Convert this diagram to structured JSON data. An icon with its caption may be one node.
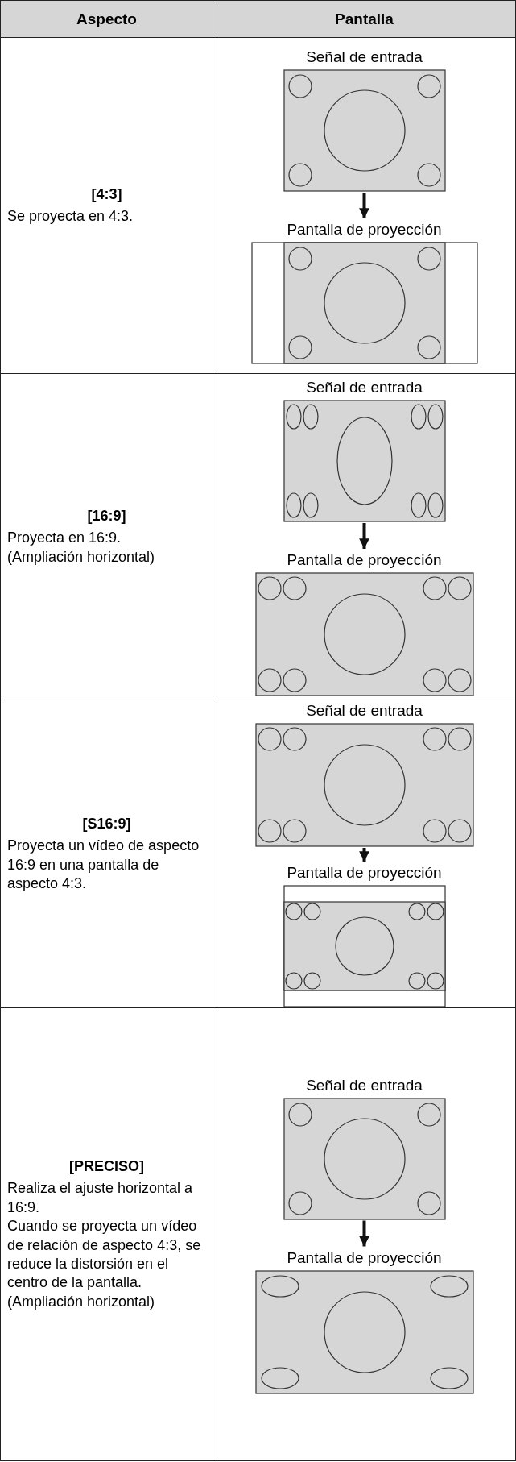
{
  "diagram": {
    "nodes": [
      {
        "text": [
          "Señal de entrada"
        ]
      },
      {
        "text": [
          "Pantalla de proyección"
        ]
      },
      {
        "text": [
          "Señal de entrada"
        ]
      },
      {
        "text": [
          "Pantalla de proyección"
        ]
      },
      {
        "text": [
          "Señal de entrada"
        ]
      },
      {
        "text": [
          "Pantalla de proyección"
        ]
      },
      {
        "text": [
          "Señal de entrada"
        ]
      },
      {
        "text": [
          "Pantalla de proyección"
        ]
      }
    ],
    "edges": [
      {
        "from": 0,
        "to": 1,
        "arrow": "to"
      },
      {
        "from": 2,
        "to": 3,
        "arrow": "to"
      },
      {
        "from": 4,
        "to": 5,
        "arrow": "to"
      },
      {
        "from": 6,
        "to": 7,
        "arrow": "to"
      }
    ],
    "labels": [
      "Aspecto",
      "Pantalla",
      "[4:3]",
      "Se proyecta en 4:3.",
      "[16:9]",
      "Proyecta en 16:9.",
      "(Ampliación horizontal)",
      "[S16:9]",
      "Proyecta un vídeo de aspecto 16:9 en una pantalla de aspecto 4:3.",
      "[PRECISO]",
      "Realiza el ajuste horizontal a 16:9.",
      "Cuando se proyecta un vídeo de relación de aspecto 4:3, se reduce la distorsión en el centro de la pantalla.",
      "(Ampliación horizontal)"
    ]
  }
}
